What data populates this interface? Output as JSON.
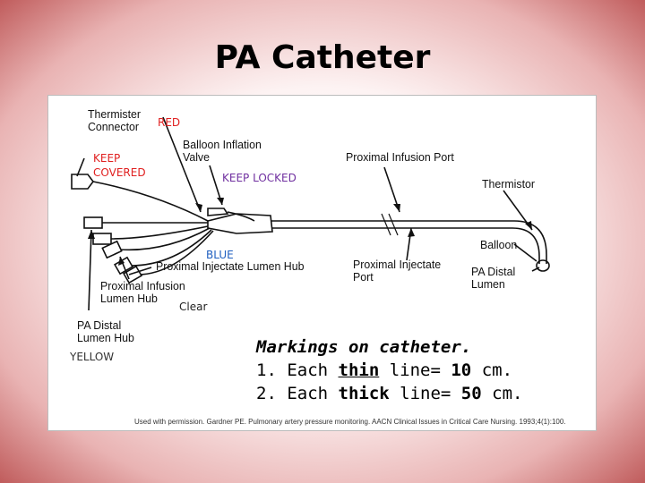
{
  "title": "PA Catheter",
  "labels": {
    "thermister_connector": [
      "Thermister",
      "Connector"
    ],
    "balloon_inflation_valve": [
      "Balloon Inflation",
      "Valve"
    ],
    "proximal_infusion_port": "Proximal Infusion Port",
    "thermistor": "Thermistor",
    "balloon": "Balloon",
    "pa_distal_lumen": [
      "PA Distal",
      "Lumen"
    ],
    "proximal_injectate_port": [
      "Proximal Injectate",
      "Port"
    ],
    "proximal_injectate_lumen_hub": "Proximal Injectate Lumen Hub",
    "proximal_infusion_lumen_hub": [
      "Proximal Infusion",
      "Lumen Hub"
    ],
    "pa_distal_lumen_hub": [
      "PA Distal",
      "Lumen Hub"
    ]
  },
  "color_labels": {
    "red": "RED",
    "keep_covered": [
      "KEEP",
      "COVERED"
    ],
    "keep_locked": "KEEP LOCKED",
    "blue": "BLUE",
    "clear": "Clear",
    "yellow": "YELLOW"
  },
  "markings": {
    "heading": "Markings on catheter.",
    "line1_prefix": "1. Each ",
    "line1_emph": "thin",
    "line1_mid": " line= ",
    "line1_value": "10",
    "line1_unit": " cm.",
    "line2_prefix": "2. Each ",
    "line2_emph": "thick",
    "line2_mid": " line= ",
    "line2_value": "50",
    "line2_unit": " cm."
  },
  "credit": "Used with permission. Gardner PE. Pulmonary artery pressure monitoring. AACN Clinical Issues in Critical Care Nursing. 1993;4(1):100.",
  "colors": {
    "red_label": "#e02020",
    "keep_locked": "#7030a0",
    "blue_label": "#2060c0",
    "border_gradient_edge": "#c05c5c"
  }
}
